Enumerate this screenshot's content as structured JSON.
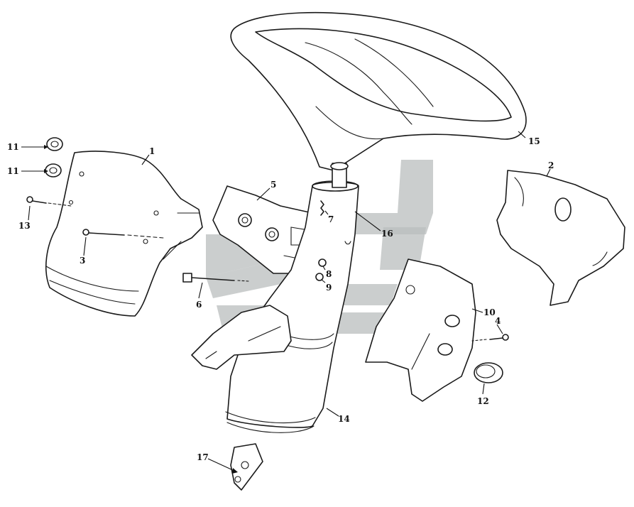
{
  "diagram": {
    "callouts": [
      {
        "id": "1",
        "label": "1"
      },
      {
        "id": "2",
        "label": "2"
      },
      {
        "id": "3",
        "label": "3"
      },
      {
        "id": "4",
        "label": "4"
      },
      {
        "id": "5",
        "label": "5"
      },
      {
        "id": "6",
        "label": "6"
      },
      {
        "id": "7",
        "label": "7"
      },
      {
        "id": "8",
        "label": "8"
      },
      {
        "id": "9",
        "label": "9"
      },
      {
        "id": "10",
        "label": "10"
      },
      {
        "id": "11a",
        "label": "11"
      },
      {
        "id": "11b",
        "label": "11"
      },
      {
        "id": "12",
        "label": "12"
      },
      {
        "id": "13",
        "label": "13"
      },
      {
        "id": "14",
        "label": "14"
      },
      {
        "id": "15",
        "label": "15"
      },
      {
        "id": "16",
        "label": "16"
      },
      {
        "id": "17",
        "label": "17"
      }
    ],
    "colors": {
      "line": "#1a1a1a",
      "watermark": "#b9bdbd",
      "background": "#ffffff"
    }
  }
}
